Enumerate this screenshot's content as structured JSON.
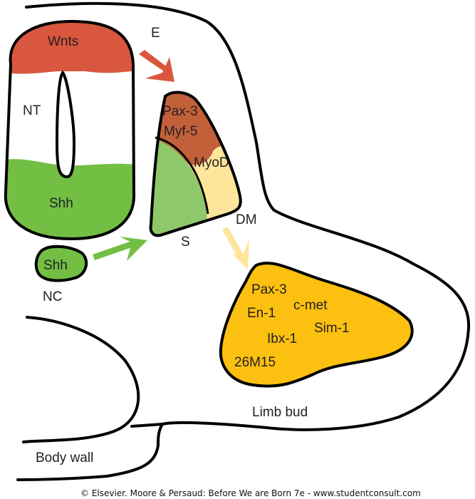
{
  "colors": {
    "wnts": "#d9573e",
    "shh": "#72bf44",
    "sclerotome": "#8dc96a",
    "pax_myf": "#c2603a",
    "myod": "#fde59a",
    "limb": "#fcc010",
    "arrow_red": "#d9573e",
    "arrow_green": "#72bf44",
    "arrow_yellow": "#fde59a",
    "outline": "#000000"
  },
  "labels": {
    "E": "E",
    "wnts": "Wnts",
    "nt": "NT",
    "shh_nt": "Shh",
    "shh_nc": "Shh",
    "nc": "NC",
    "pax3": "Pax-3",
    "myf5": "Myf-5",
    "myod": "MyoD",
    "s": "S",
    "dm": "DM",
    "limb_genes": [
      "Pax-3",
      "c-met",
      "En-1",
      "Sim-1",
      "Ibx-1",
      "26M15"
    ],
    "limb_bud": "Limb bud",
    "body_wall": "Body wall"
  },
  "credit": "© Elsevier. Moore & Persaud: Before We are Born 7e - www.studentconsult.com"
}
